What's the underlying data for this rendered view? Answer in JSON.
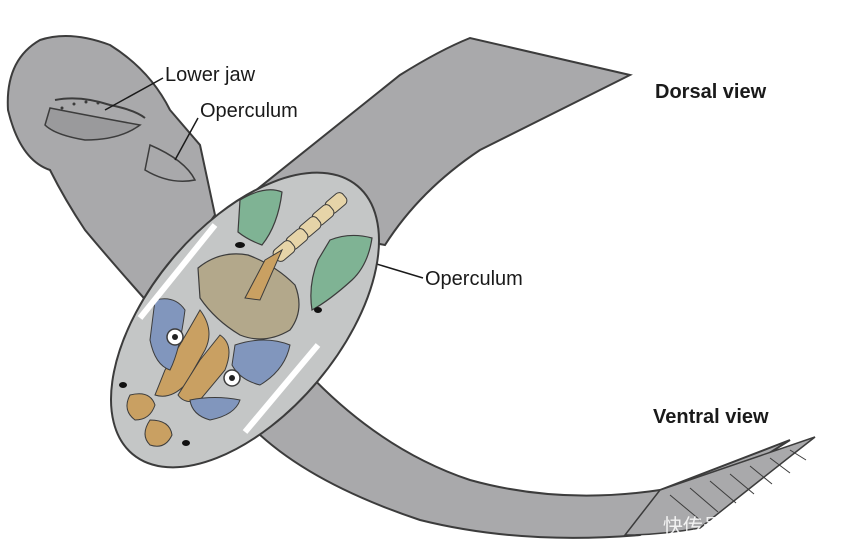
{
  "labels": {
    "lower_jaw": "Lower jaw",
    "operculum_top": "Operculum",
    "operculum_right": "Operculum",
    "dorsal_view": "Dorsal view",
    "ventral_view": "Ventral view"
  },
  "watermark": "快传号 /",
  "colors": {
    "body": "#a9a9ab",
    "body_outline": "#3c3c3c",
    "head_window": "#c4c6c6",
    "operculum": "#7fb394",
    "vertebra": "#e6d4a8",
    "cranium": "#b3a88b",
    "orange_bone": "#c9a062",
    "blue_bone": "#8196bd"
  }
}
